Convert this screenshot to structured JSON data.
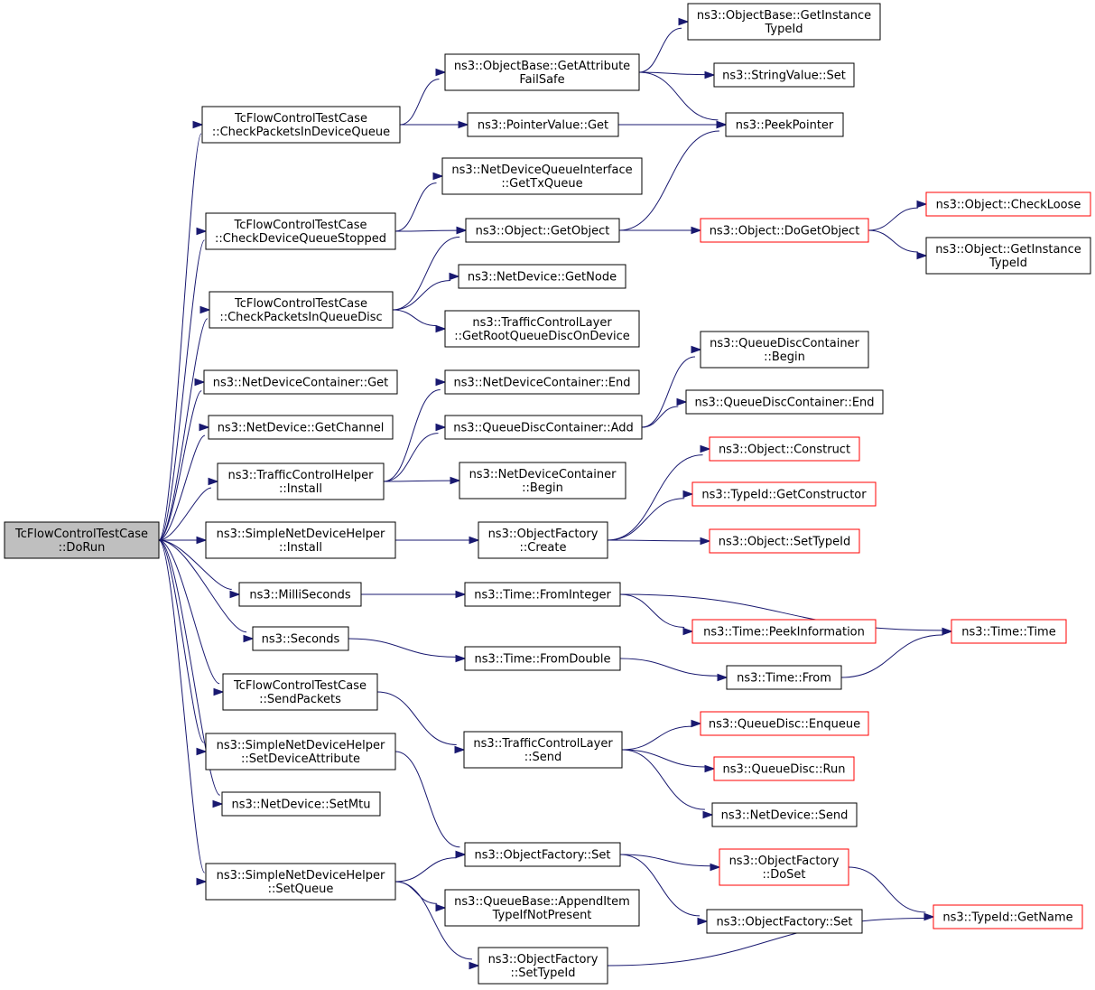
{
  "colors": {
    "edge": "#191970",
    "node_border": "#000000",
    "node_border_truncated": "#ff0000",
    "root_fill": "#bfbfbf",
    "node_fill": "#ffffff"
  },
  "nodes": [
    {
      "id": "dorun",
      "lines": [
        "TcFlowControlTestCase",
        "::DoRun"
      ],
      "root": true
    },
    {
      "id": "check_dev_q",
      "lines": [
        "TcFlowControlTestCase",
        "::CheckPacketsInDeviceQueue"
      ]
    },
    {
      "id": "check_dev_q_stopped",
      "lines": [
        "TcFlowControlTestCase",
        "::CheckDeviceQueueStopped"
      ]
    },
    {
      "id": "check_qdisc",
      "lines": [
        "TcFlowControlTestCase",
        "::CheckPacketsInQueueDisc"
      ]
    },
    {
      "id": "ndc_get",
      "lines": [
        "ns3::NetDeviceContainer::Get"
      ]
    },
    {
      "id": "nd_getchannel",
      "lines": [
        "ns3::NetDevice::GetChannel"
      ]
    },
    {
      "id": "tch_install",
      "lines": [
        "ns3::TrafficControlHelper",
        "::Install"
      ]
    },
    {
      "id": "sndh_install",
      "lines": [
        "ns3::SimpleNetDeviceHelper",
        "::Install"
      ]
    },
    {
      "id": "milliseconds",
      "lines": [
        "ns3::MilliSeconds"
      ]
    },
    {
      "id": "seconds",
      "lines": [
        "ns3::Seconds"
      ]
    },
    {
      "id": "sendpackets",
      "lines": [
        "TcFlowControlTestCase",
        "::SendPackets"
      ]
    },
    {
      "id": "sndh_setdevattr",
      "lines": [
        "ns3::SimpleNetDeviceHelper",
        "::SetDeviceAttribute"
      ]
    },
    {
      "id": "nd_setmtu",
      "lines": [
        "ns3::NetDevice::SetMtu"
      ]
    },
    {
      "id": "sndh_setqueue",
      "lines": [
        "ns3::SimpleNetDeviceHelper",
        "::SetQueue"
      ]
    },
    {
      "id": "ob_getattr",
      "lines": [
        "ns3::ObjectBase::GetAttribute",
        "FailSafe"
      ]
    },
    {
      "id": "pv_get",
      "lines": [
        "ns3::PointerValue::Get"
      ]
    },
    {
      "id": "ndqi_gettxq",
      "lines": [
        "ns3::NetDeviceQueueInterface",
        "::GetTxQueue"
      ]
    },
    {
      "id": "obj_getobject",
      "lines": [
        "ns3::Object::GetObject"
      ]
    },
    {
      "id": "nd_getnode",
      "lines": [
        "ns3::NetDevice::GetNode"
      ]
    },
    {
      "id": "tcl_getroot",
      "lines": [
        "ns3::TrafficControlLayer",
        "::GetRootQueueDiscOnDevice"
      ]
    },
    {
      "id": "ndc_end",
      "lines": [
        "ns3::NetDeviceContainer::End"
      ]
    },
    {
      "id": "qdc_add",
      "lines": [
        "ns3::QueueDiscContainer::Add"
      ]
    },
    {
      "id": "ndc_begin",
      "lines": [
        "ns3::NetDeviceContainer",
        "::Begin"
      ]
    },
    {
      "id": "of_create",
      "lines": [
        "ns3::ObjectFactory",
        "::Create"
      ]
    },
    {
      "id": "time_fromint",
      "lines": [
        "ns3::Time::FromInteger"
      ]
    },
    {
      "id": "time_fromdouble",
      "lines": [
        "ns3::Time::FromDouble"
      ]
    },
    {
      "id": "tcl_send",
      "lines": [
        "ns3::TrafficControlLayer",
        "::Send"
      ]
    },
    {
      "id": "of_set",
      "lines": [
        "ns3::ObjectFactory::Set"
      ]
    },
    {
      "id": "qb_append",
      "lines": [
        "ns3::QueueBase::AppendItem",
        "TypeIfNotPresent"
      ]
    },
    {
      "id": "of_settypeid",
      "lines": [
        "ns3::ObjectFactory",
        "::SetTypeId"
      ]
    },
    {
      "id": "ob_getinstancetypeid",
      "lines": [
        "ns3::ObjectBase::GetInstance",
        "TypeId"
      ]
    },
    {
      "id": "sv_set",
      "lines": [
        "ns3::StringValue::Set"
      ]
    },
    {
      "id": "peekpointer",
      "lines": [
        "ns3::PeekPointer"
      ]
    },
    {
      "id": "obj_dogetobject",
      "lines": [
        "ns3::Object::DoGetObject"
      ],
      "truncated": true
    },
    {
      "id": "qdc_begin",
      "lines": [
        "ns3::QueueDiscContainer",
        "::Begin"
      ]
    },
    {
      "id": "qdc_end",
      "lines": [
        "ns3::QueueDiscContainer::End"
      ]
    },
    {
      "id": "obj_construct",
      "lines": [
        "ns3::Object::Construct"
      ],
      "truncated": true
    },
    {
      "id": "tid_getconstructor",
      "lines": [
        "ns3::TypeId::GetConstructor"
      ],
      "truncated": true
    },
    {
      "id": "obj_settypeid",
      "lines": [
        "ns3::Object::SetTypeId"
      ],
      "truncated": true
    },
    {
      "id": "time_peekinfo",
      "lines": [
        "ns3::Time::PeekInformation"
      ],
      "truncated": true
    },
    {
      "id": "time_from",
      "lines": [
        "ns3::Time::From"
      ]
    },
    {
      "id": "qd_enqueue",
      "lines": [
        "ns3::QueueDisc::Enqueue"
      ],
      "truncated": true
    },
    {
      "id": "qd_run",
      "lines": [
        "ns3::QueueDisc::Run"
      ],
      "truncated": true
    },
    {
      "id": "nd_send",
      "lines": [
        "ns3::NetDevice::Send"
      ]
    },
    {
      "id": "of_doset",
      "lines": [
        "ns3::ObjectFactory",
        "::DoSet"
      ],
      "truncated": true
    },
    {
      "id": "of_set2",
      "lines": [
        "ns3::ObjectFactory::Set"
      ]
    },
    {
      "id": "obj_checkloose",
      "lines": [
        "ns3::Object::CheckLoose"
      ],
      "truncated": true
    },
    {
      "id": "obj_getinstancetypeid",
      "lines": [
        "ns3::Object::GetInstance",
        "TypeId"
      ]
    },
    {
      "id": "time_time",
      "lines": [
        "ns3::Time::Time"
      ],
      "truncated": true
    },
    {
      "id": "tid_getname",
      "lines": [
        "ns3::TypeId::GetName"
      ],
      "truncated": true
    }
  ],
  "edges": [
    [
      "dorun",
      "check_dev_q"
    ],
    [
      "dorun",
      "check_dev_q_stopped"
    ],
    [
      "dorun",
      "check_qdisc"
    ],
    [
      "dorun",
      "ndc_get"
    ],
    [
      "dorun",
      "nd_getchannel"
    ],
    [
      "dorun",
      "tch_install"
    ],
    [
      "dorun",
      "sndh_install"
    ],
    [
      "dorun",
      "milliseconds"
    ],
    [
      "dorun",
      "seconds"
    ],
    [
      "dorun",
      "sendpackets"
    ],
    [
      "dorun",
      "sndh_setdevattr"
    ],
    [
      "dorun",
      "nd_setmtu"
    ],
    [
      "dorun",
      "sndh_setqueue"
    ],
    [
      "check_dev_q",
      "ob_getattr"
    ],
    [
      "check_dev_q",
      "pv_get"
    ],
    [
      "ob_getattr",
      "ob_getinstancetypeid"
    ],
    [
      "ob_getattr",
      "sv_set"
    ],
    [
      "ob_getattr",
      "peekpointer"
    ],
    [
      "pv_get",
      "peekpointer"
    ],
    [
      "check_dev_q_stopped",
      "ndqi_gettxq"
    ],
    [
      "check_dev_q_stopped",
      "obj_getobject"
    ],
    [
      "obj_getobject",
      "peekpointer"
    ],
    [
      "obj_getobject",
      "obj_dogetobject"
    ],
    [
      "obj_dogetobject",
      "obj_checkloose"
    ],
    [
      "obj_dogetobject",
      "obj_getinstancetypeid"
    ],
    [
      "check_qdisc",
      "obj_getobject"
    ],
    [
      "check_qdisc",
      "nd_getnode"
    ],
    [
      "check_qdisc",
      "tcl_getroot"
    ],
    [
      "tch_install",
      "ndc_end"
    ],
    [
      "tch_install",
      "qdc_add"
    ],
    [
      "tch_install",
      "ndc_begin"
    ],
    [
      "qdc_add",
      "qdc_begin"
    ],
    [
      "qdc_add",
      "qdc_end"
    ],
    [
      "sndh_install",
      "of_create"
    ],
    [
      "of_create",
      "obj_construct"
    ],
    [
      "of_create",
      "tid_getconstructor"
    ],
    [
      "of_create",
      "obj_settypeid"
    ],
    [
      "milliseconds",
      "time_fromint"
    ],
    [
      "time_fromint",
      "time_peekinfo"
    ],
    [
      "time_fromint",
      "time_time"
    ],
    [
      "seconds",
      "time_fromdouble"
    ],
    [
      "time_fromdouble",
      "time_from"
    ],
    [
      "time_from",
      "time_time"
    ],
    [
      "sendpackets",
      "tcl_send"
    ],
    [
      "tcl_send",
      "qd_enqueue"
    ],
    [
      "tcl_send",
      "qd_run"
    ],
    [
      "tcl_send",
      "nd_send"
    ],
    [
      "sndh_setdevattr",
      "of_set"
    ],
    [
      "sndh_setqueue",
      "of_set"
    ],
    [
      "sndh_setqueue",
      "qb_append"
    ],
    [
      "sndh_setqueue",
      "of_settypeid"
    ],
    [
      "of_set",
      "of_doset"
    ],
    [
      "of_set",
      "of_set2"
    ],
    [
      "of_doset",
      "tid_getname"
    ],
    [
      "of_settypeid",
      "tid_getname"
    ]
  ]
}
